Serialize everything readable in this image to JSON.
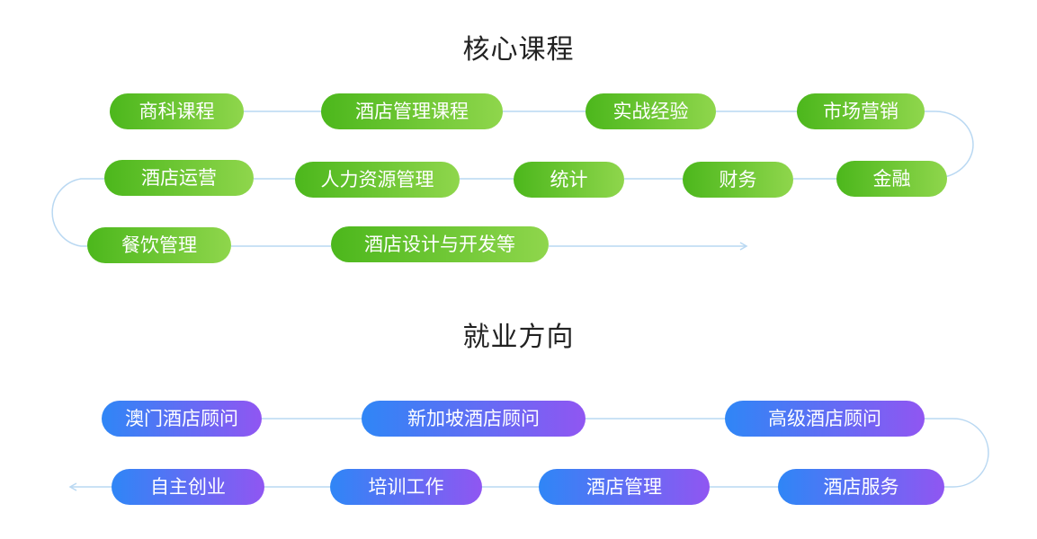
{
  "courses": {
    "title": "核心课程",
    "items": [
      "商科课程",
      "酒店管理课程",
      "实战经验",
      "市场营销",
      "金融",
      "财务",
      "统计",
      "人力资源管理",
      "酒店运营",
      "餐饮管理",
      "酒店设计与开发等"
    ]
  },
  "careers": {
    "title": "就业方向",
    "items": [
      "高级酒店顾问",
      "新加坡酒店顾问",
      "澳门酒店顾问",
      "酒店服务",
      "酒店管理",
      "培训工作",
      "自主创业"
    ]
  },
  "colors": {
    "course_gradient": [
      "#4cb71c",
      "#8fd64c"
    ],
    "career_gradient": [
      "#2f86f6",
      "#9056f2"
    ],
    "connector": "#b9d8f2"
  }
}
